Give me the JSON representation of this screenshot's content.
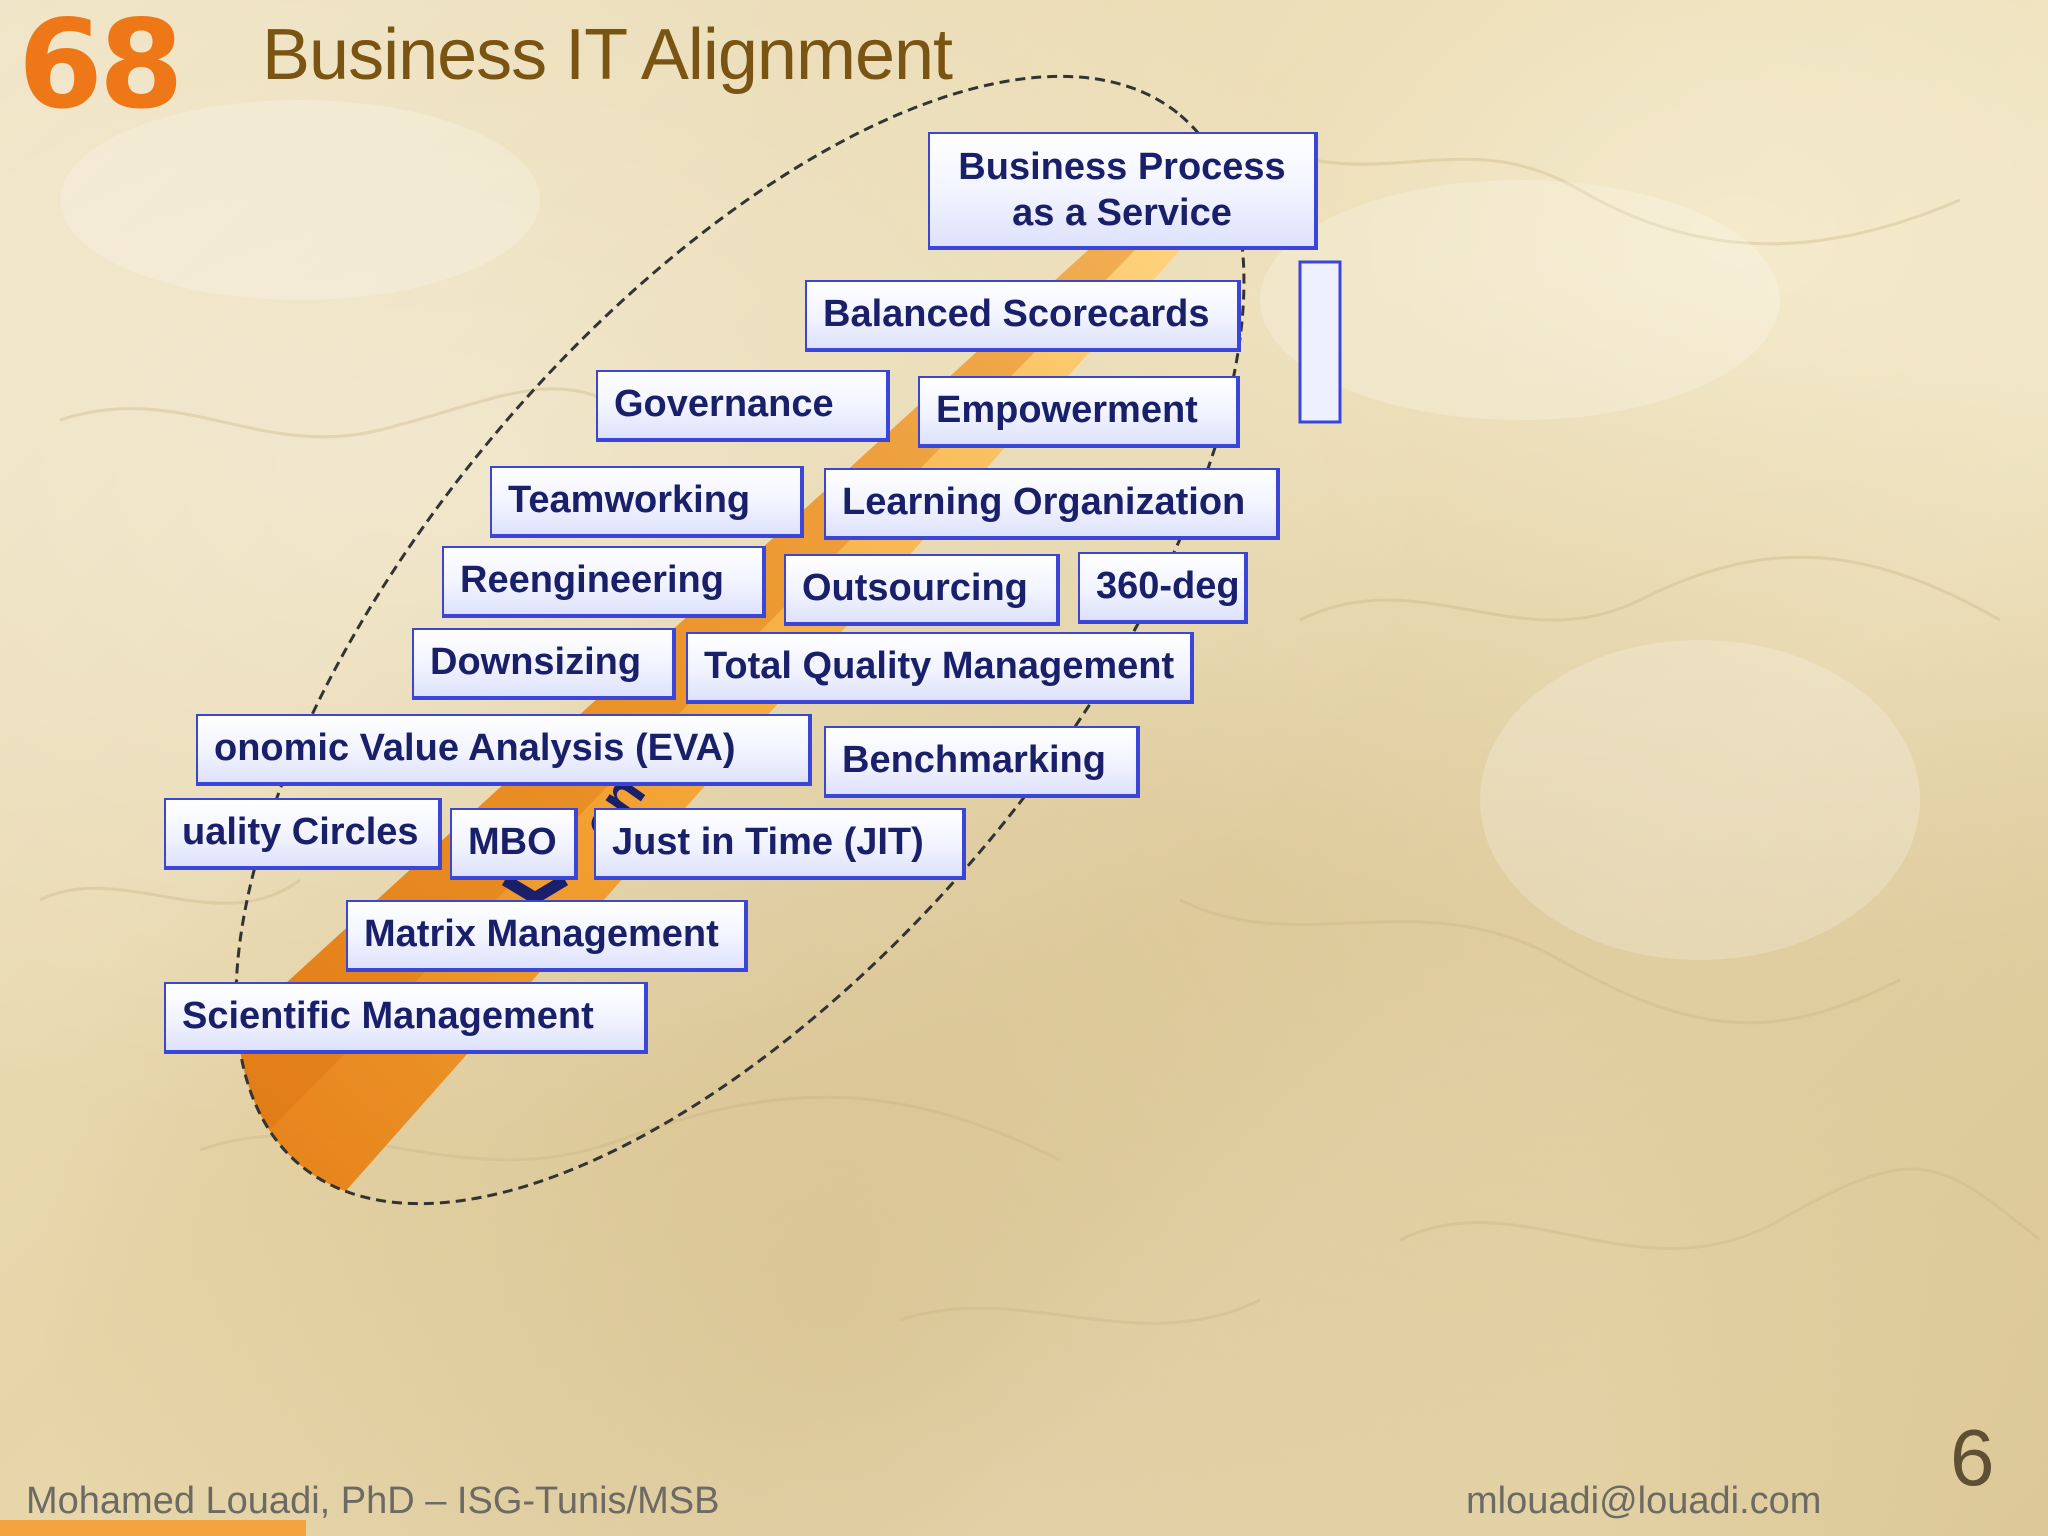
{
  "slide": {
    "number": "68",
    "title": "Business IT Alignment"
  },
  "diagram": {
    "labels": [
      "Business Process as a Service",
      "Balanced Scorecards",
      "Governance",
      "Empowerment",
      "Teamworking",
      "Learning Organization",
      "Reengineering",
      "Outsourcing",
      "360-deg",
      "Downsizing",
      "Total Quality Management",
      "onomic Value Analysis (EVA)",
      "Benchmarking",
      "uality Circles",
      "MBO",
      "Just in Time (JIT)",
      "Matrix Management",
      "Scientific Management"
    ],
    "business_process_line1": "Business Process",
    "business_process_line2": "as a Service"
  },
  "footer": {
    "author": "Mohamed Louadi, PhD – ISG-Tunis/MSB",
    "email": "mlouadi@louadi.com",
    "page": "6"
  },
  "colors": {
    "number": "#ee7818",
    "title": "#7a5412",
    "box_border": "#3a46d8",
    "box_text": "#1a1f6a",
    "arrow": "#f3a136",
    "footer_text": "#6d6a63"
  }
}
